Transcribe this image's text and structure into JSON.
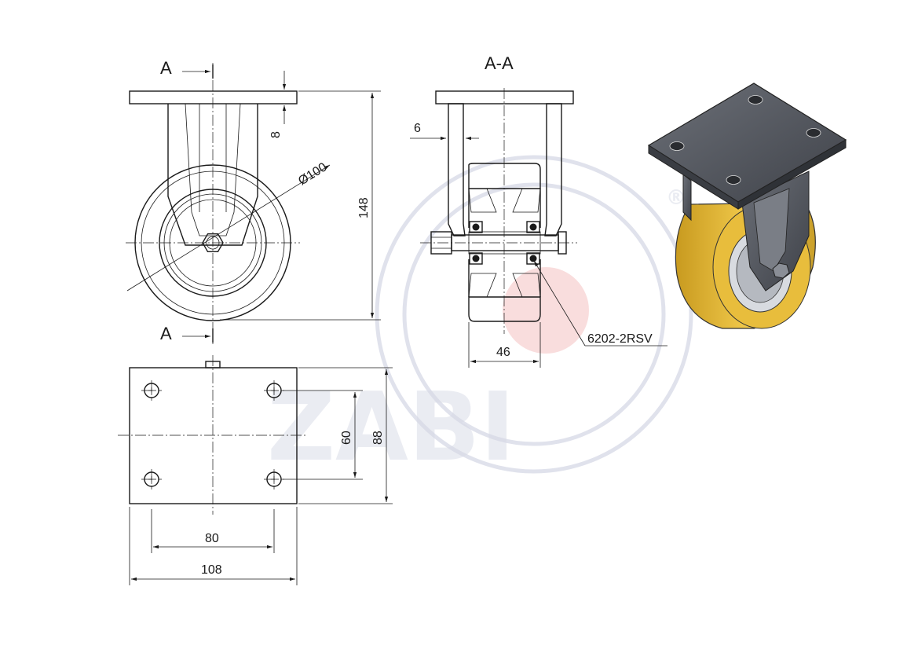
{
  "labels": {
    "section_top": "A",
    "section_bottom": "A",
    "section_title": "A-A",
    "registered": "®",
    "watermark": "ZABI"
  },
  "dimensions": {
    "plate_thickness": "8",
    "wheel_diameter": "Ø100",
    "total_height": "148",
    "side_wall": "6",
    "wheel_width": "46",
    "bearing": "6202-2RSV",
    "hole_spacing_vertical": "60",
    "plate_height": "88",
    "hole_spacing_horizontal": "80",
    "plate_width": "108"
  },
  "colors": {
    "line": "#1a1a1a",
    "wheel_yellow": "#e3b531",
    "metal": "#55585f",
    "watermark_blue": "#c7cbdc",
    "watermark_red": "#f2b3b3"
  }
}
